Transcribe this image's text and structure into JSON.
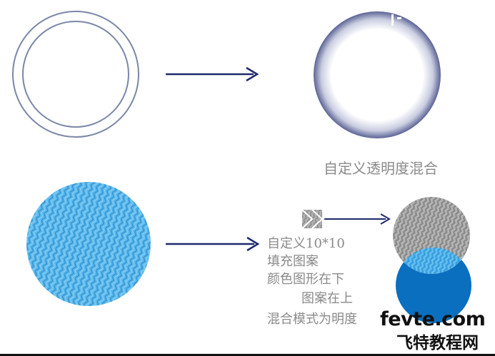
{
  "top_caption": "自定义透明度混合",
  "steps": {
    "line1": "自定义10*10",
    "line2": "填充图案",
    "line3": "颜色图形在下",
    "line4": "图案在上",
    "line5": "混合模式为明度"
  },
  "watermark": {
    "site": "fevte.com",
    "site_cn": "飞特教程网"
  },
  "colors": {
    "arrow": "#1f2a6b",
    "ring": "#7b87a6",
    "pattern_blue": "#4aaee6",
    "pattern_gray": "#9a9a9a",
    "solid_blue": "#0a6fbf",
    "caption_gray": "#8a8a8a"
  }
}
